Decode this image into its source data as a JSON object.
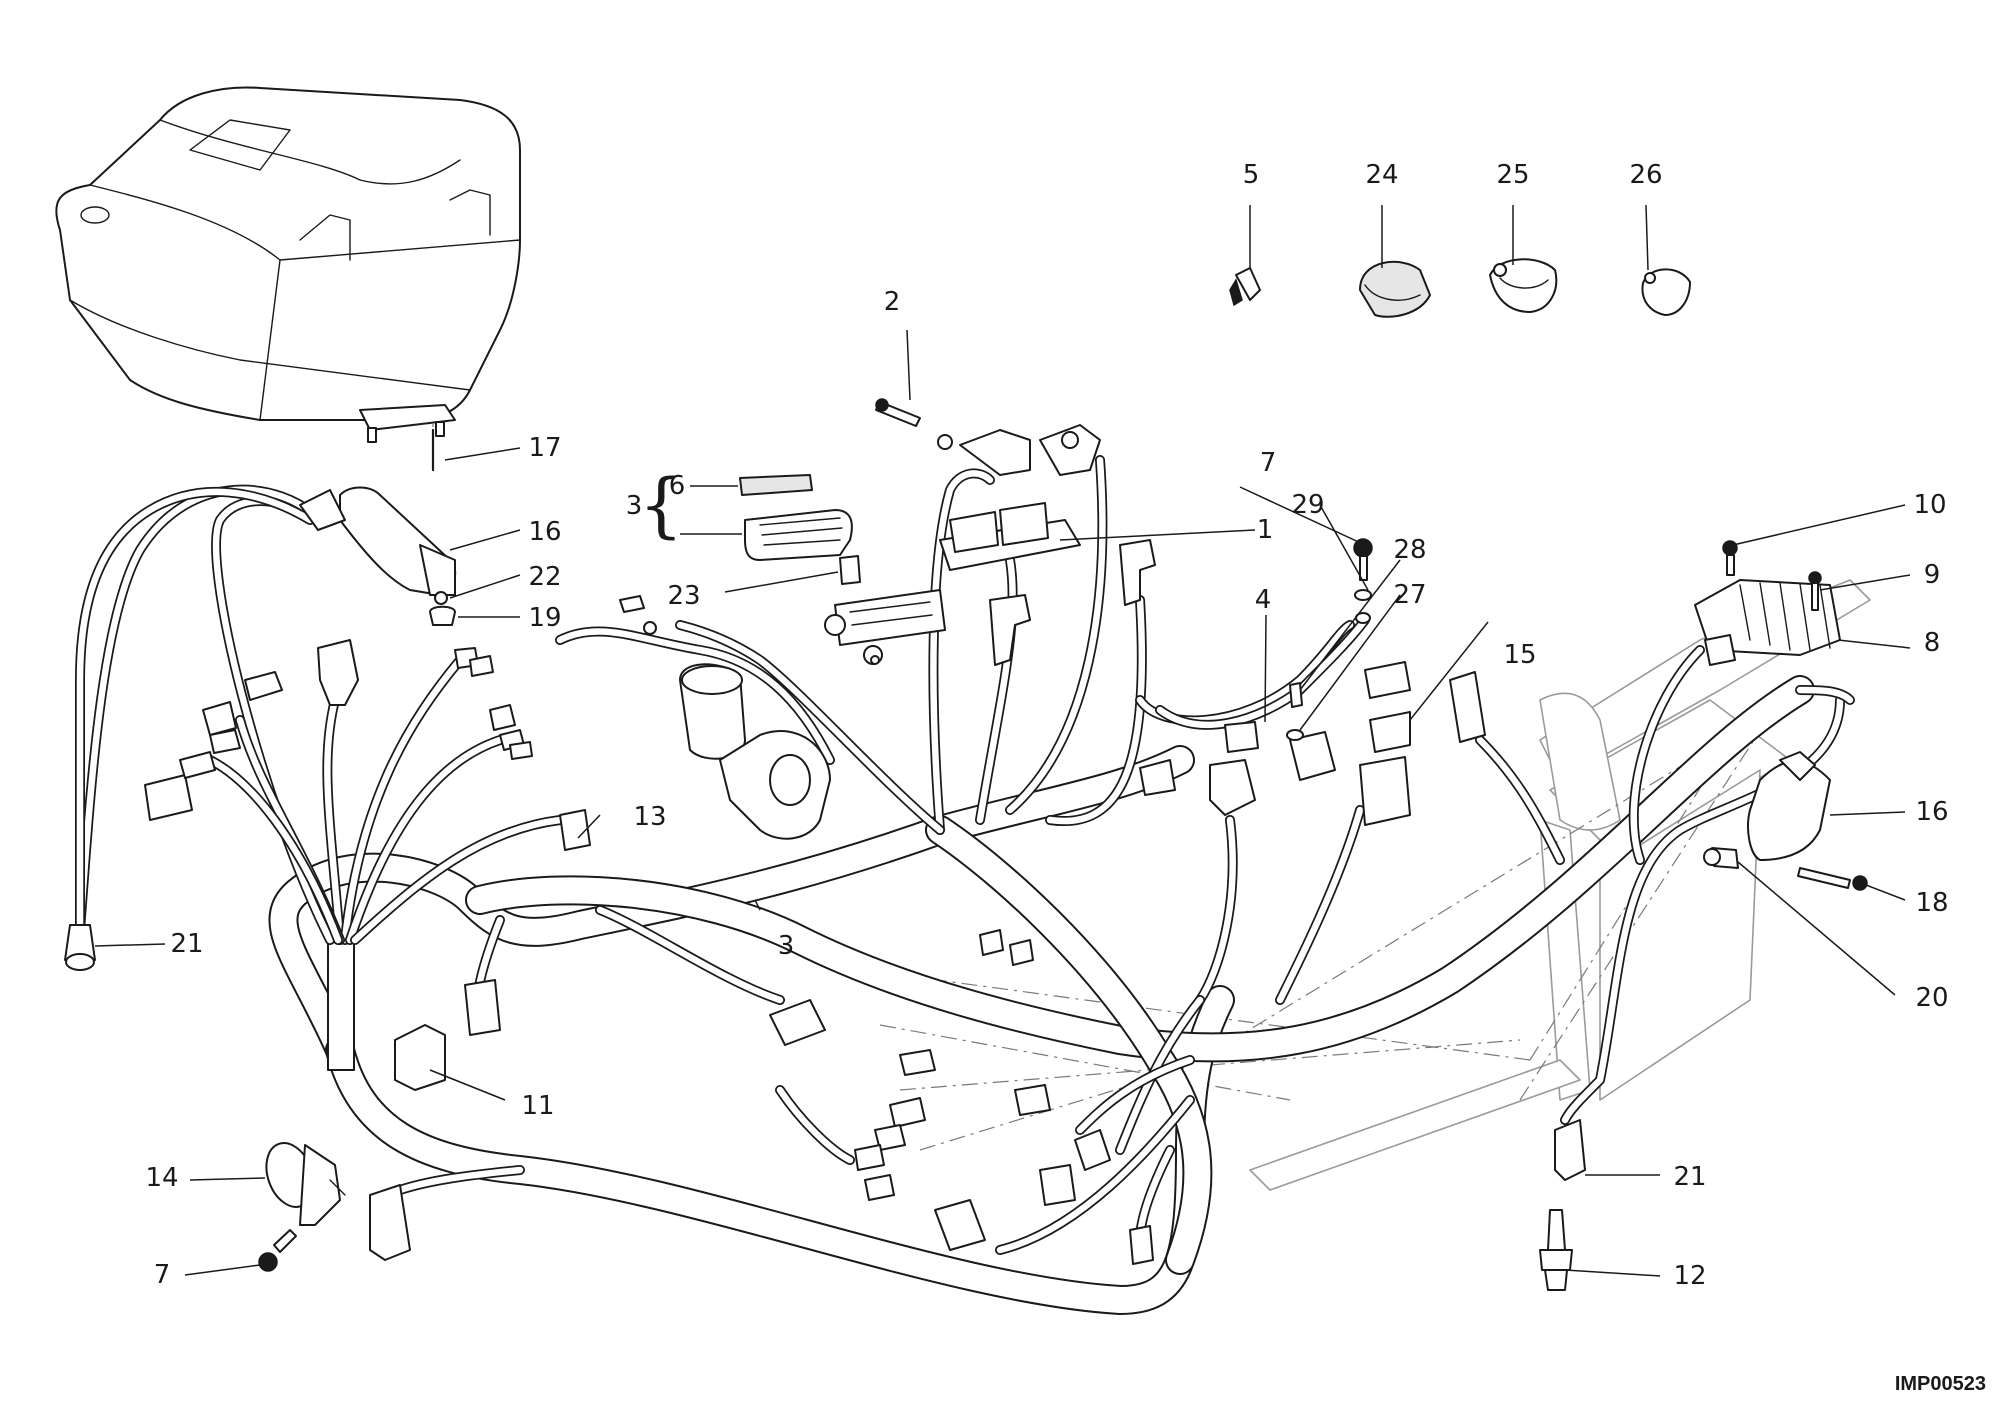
{
  "drawing_code": "IMP00523",
  "callouts": [
    {
      "id": "c1",
      "label": "1"
    },
    {
      "id": "c2",
      "label": "2"
    },
    {
      "id": "c3a",
      "label": "3"
    },
    {
      "id": "c3b",
      "label": "3"
    },
    {
      "id": "c4",
      "label": "4"
    },
    {
      "id": "c5",
      "label": "5"
    },
    {
      "id": "c6",
      "label": "6"
    },
    {
      "id": "c7a",
      "label": "7"
    },
    {
      "id": "c7b",
      "label": "7"
    },
    {
      "id": "c8",
      "label": "8"
    },
    {
      "id": "c9",
      "label": "9"
    },
    {
      "id": "c10",
      "label": "10"
    },
    {
      "id": "c11",
      "label": "11"
    },
    {
      "id": "c12",
      "label": "12"
    },
    {
      "id": "c13",
      "label": "13"
    },
    {
      "id": "c14",
      "label": "14"
    },
    {
      "id": "c15",
      "label": "15"
    },
    {
      "id": "c16a",
      "label": "16"
    },
    {
      "id": "c16b",
      "label": "16"
    },
    {
      "id": "c17",
      "label": "17"
    },
    {
      "id": "c18",
      "label": "18"
    },
    {
      "id": "c19",
      "label": "19"
    },
    {
      "id": "c20",
      "label": "20"
    },
    {
      "id": "c21a",
      "label": "21"
    },
    {
      "id": "c21b",
      "label": "21"
    },
    {
      "id": "c22",
      "label": "22"
    },
    {
      "id": "c23",
      "label": "23"
    },
    {
      "id": "c24",
      "label": "24"
    },
    {
      "id": "c25",
      "label": "25"
    },
    {
      "id": "c26",
      "label": "26"
    },
    {
      "id": "c27",
      "label": "27"
    },
    {
      "id": "c28",
      "label": "28"
    },
    {
      "id": "c29",
      "label": "29"
    }
  ]
}
